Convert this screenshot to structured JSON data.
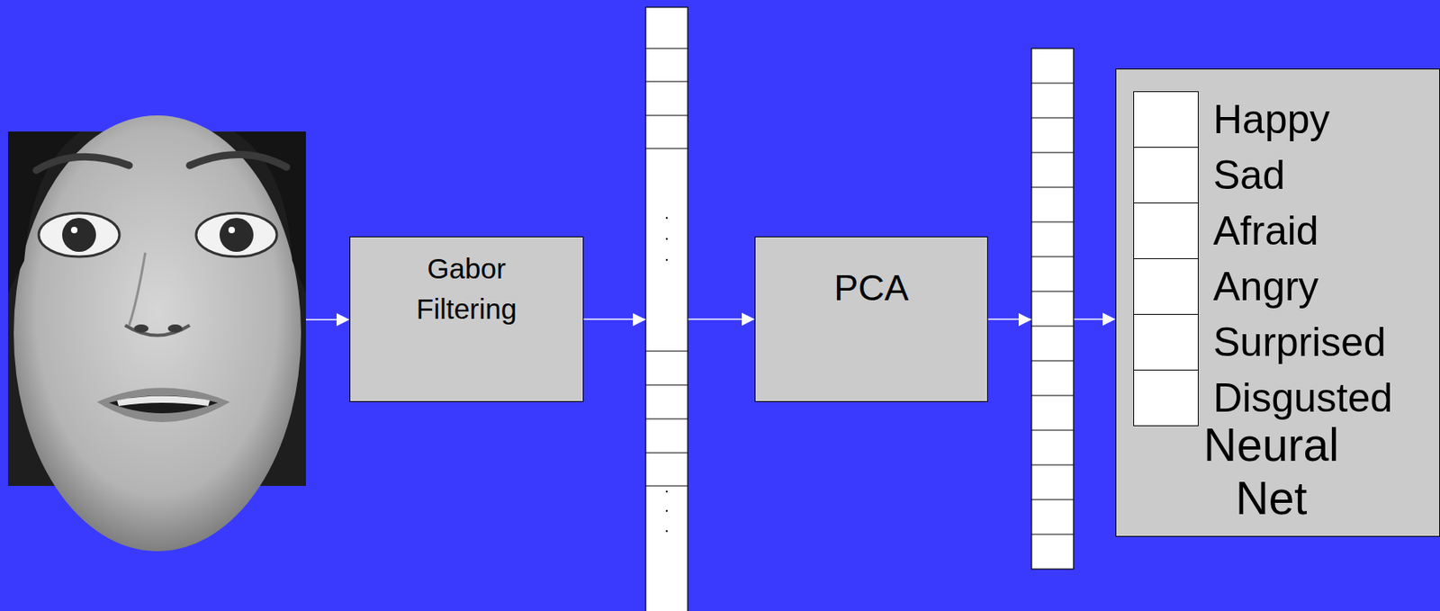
{
  "diagram": {
    "nodes": [
      {
        "text": [
          "Gabor Filtering"
        ]
      },
      {
        "text": [
          "PCA"
        ]
      },
      {
        "text": [
          "Neural Net"
        ]
      },
      {
        "text": [
          "Happy"
        ],
        "in": 2
      },
      {
        "text": [
          "Sad"
        ],
        "in": 2
      },
      {
        "text": [
          "Afraid"
        ],
        "in": 2
      },
      {
        "text": [
          "Angry"
        ],
        "in": 2
      },
      {
        "text": [
          "Surprised"
        ],
        "in": 2
      },
      {
        "text": [
          "Disgusted"
        ],
        "in": 2
      }
    ],
    "edges": [
      {
        "from": 0,
        "to": 1,
        "arrow": "to"
      },
      {
        "from": 1,
        "to": 2,
        "arrow": "to"
      }
    ]
  }
}
